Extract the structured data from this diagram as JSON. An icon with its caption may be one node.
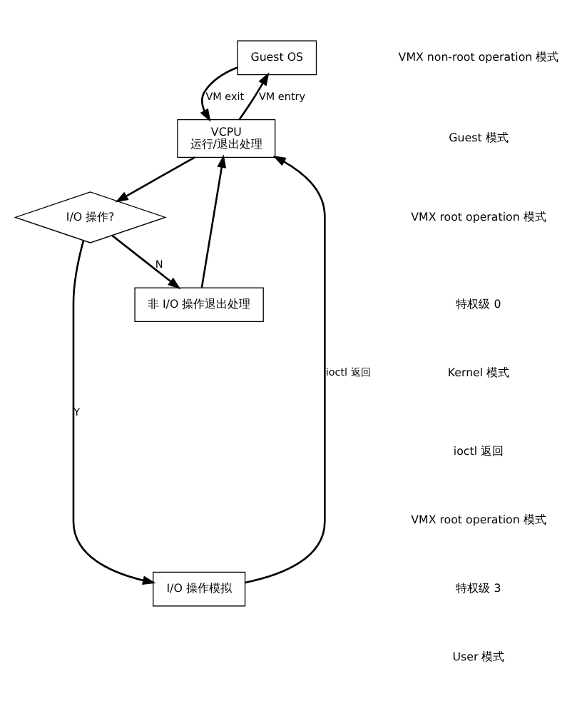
{
  "diagram": {
    "nodes": [
      {
        "text": [
          "Guest OS"
        ]
      },
      {
        "text": [
          "VCPU",
          "运行/退出处理"
        ]
      },
      {
        "text": [
          "非 I/O 操作退出处理"
        ]
      },
      {
        "text": [
          "I/O 操作?"
        ]
      },
      {
        "text": [
          "I/O 操作模拟"
        ]
      }
    ],
    "edges": [
      {
        "from": 0,
        "to": 1,
        "arrow": "to",
        "label": "VM exit"
      },
      {
        "from": 1,
        "to": 0,
        "arrow": "to",
        "label": "VM entry"
      },
      {
        "from": 1,
        "to": 3,
        "arrow": "to"
      },
      {
        "from": 3,
        "to": 2,
        "arrow": "to",
        "label": "N"
      },
      {
        "from": 2,
        "to": 1,
        "arrow": "to"
      },
      {
        "from": 3,
        "to": 4,
        "arrow": "to",
        "label": "Y"
      },
      {
        "from": 4,
        "to": 1,
        "arrow": "to",
        "label": "ioctl 返回"
      }
    ],
    "labels": [
      "VMX non-root operation 模式",
      "Guest 模式",
      "VMX root operation 模式",
      "特权级 0",
      "Kernel 模式",
      "ioctl 返回",
      "VMX root operation 模式",
      "特权级 3",
      "User 模式"
    ]
  }
}
